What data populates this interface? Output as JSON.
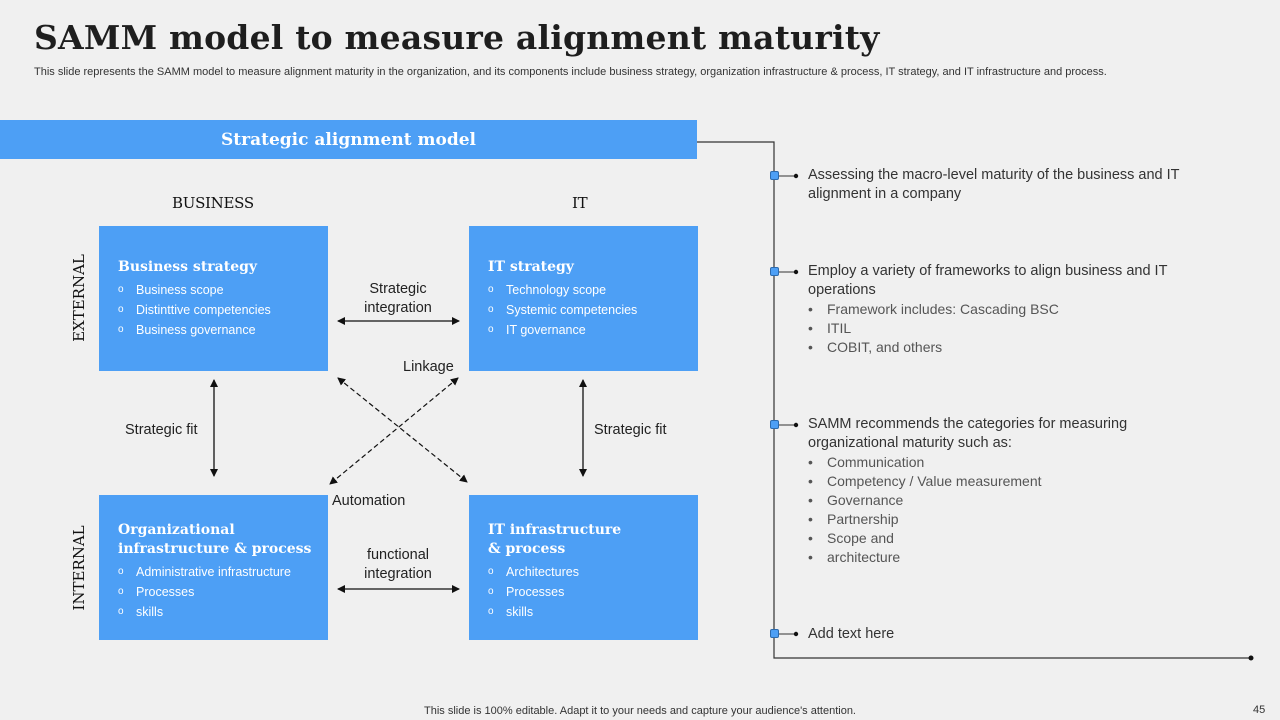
{
  "title": "SAMM model to measure alignment maturity",
  "subtitle": "This slide represents the SAMM  model to measure alignment maturity in the organization, and its components include business strategy, organization infrastructure & process, IT strategy,  and IT infrastructure and process.",
  "banner": "Strategic alignment model",
  "columns": {
    "business": "BUSINESS",
    "it": "IT"
  },
  "rows": {
    "external": "EXTERNAL",
    "internal": "INTERNAL"
  },
  "boxes": {
    "business_strategy": {
      "title": "Business strategy",
      "items": [
        "Business scope",
        "Distinttive competencies",
        "Business governance"
      ]
    },
    "it_strategy": {
      "title": "IT strategy",
      "items": [
        "Technology scope",
        "Systemic competencies",
        "IT governance"
      ]
    },
    "org_infra": {
      "title_line1": "Organizational",
      "title_line2": "infrastructure & process",
      "items": [
        "Administrative infrastructure",
        "Processes",
        "skills"
      ]
    },
    "it_infra": {
      "title_line1": "IT infrastructure",
      "title_line2": "& process",
      "items": [
        "Architectures",
        "Processes",
        "skills"
      ]
    }
  },
  "bullet_mark": "o",
  "labels": {
    "strategic_integration_1": "Strategic",
    "strategic_integration_2": "integration",
    "linkage": "Linkage",
    "strategic_fit_left": "Strategic fit",
    "strategic_fit_right": "Strategic fit",
    "automation": "Automation",
    "functional_integration_1": "functional",
    "functional_integration_2": "integration"
  },
  "right_points": [
    {
      "text_line1": "Assessing the macro-level maturity of the business and IT",
      "text_line2": "alignment in a company",
      "bullets": []
    },
    {
      "text_line1": "Employ a variety of frameworks to align business and IT",
      "text_line2": "operations",
      "bullets": [
        "Framework includes: Cascading BSC",
        "ITIL",
        "COBIT, and others"
      ]
    },
    {
      "text_line1": "SAMM recommends the categories for measuring",
      "text_line2": "organizational maturity such as:",
      "bullets": [
        "Communication",
        "Competency / Value measurement",
        "Governance",
        "Partnership",
        "Scope and",
        "architecture"
      ]
    },
    {
      "text_line1": "Add text here",
      "text_line2": "",
      "bullets": []
    }
  ],
  "footer": "This slide is 100% editable. Adapt it to your needs and capture your audience's attention.",
  "page_number": "45",
  "colors": {
    "accent": "#4d9ff5",
    "background": "#f0f0f0",
    "line": "#333333"
  }
}
